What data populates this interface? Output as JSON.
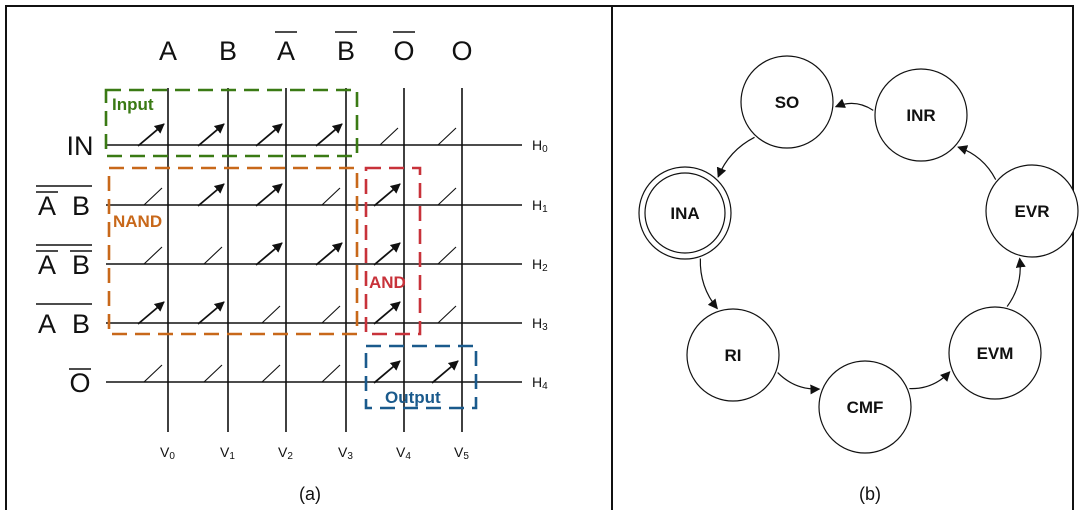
{
  "panel_a": {
    "caption": "(a)",
    "column_headers": [
      "A",
      "B",
      "A",
      "B",
      "O",
      "O"
    ],
    "column_overbar": [
      false,
      false,
      true,
      true,
      true,
      false
    ],
    "row_labels": [
      {
        "terms": [
          "IN"
        ],
        "overbar": [
          false
        ]
      },
      {
        "terms": [
          "A",
          "B"
        ],
        "overbar": [
          true,
          false
        ],
        "group_bar": true
      },
      {
        "terms": [
          "A",
          "B"
        ],
        "overbar": [
          true,
          true
        ],
        "group_bar": true
      },
      {
        "terms": [
          "A",
          "B"
        ],
        "overbar": [
          false,
          false
        ],
        "group_bar": true
      },
      {
        "terms": [
          "O"
        ],
        "overbar": [
          true
        ]
      }
    ],
    "h_labels": [
      {
        "base": "H",
        "sub": "0"
      },
      {
        "base": "H",
        "sub": "1"
      },
      {
        "base": "H",
        "sub": "2"
      },
      {
        "base": "H",
        "sub": "3"
      },
      {
        "base": "H",
        "sub": "4"
      }
    ],
    "v_labels": [
      {
        "base": "V",
        "sub": "0"
      },
      {
        "base": "V",
        "sub": "1"
      },
      {
        "base": "V",
        "sub": "2"
      },
      {
        "base": "V",
        "sub": "3"
      },
      {
        "base": "V",
        "sub": "4"
      },
      {
        "base": "V",
        "sub": "5"
      }
    ],
    "crosspoints": [
      [
        "on",
        "on",
        "on",
        "on",
        "off",
        "off"
      ],
      [
        "off",
        "on",
        "on",
        "off",
        "on",
        "off"
      ],
      [
        "off",
        "off",
        "on",
        "on",
        "on",
        "off"
      ],
      [
        "on",
        "on",
        "off",
        "off",
        "on",
        "off"
      ],
      [
        "off",
        "off",
        "off",
        "off",
        "on",
        "on"
      ]
    ],
    "regions": [
      {
        "label": "Input",
        "color": "#3a7a14"
      },
      {
        "label": "NAND",
        "color": "#c8681a"
      },
      {
        "label": "AND",
        "color": "#c8323a"
      },
      {
        "label": "Output",
        "color": "#1a5a8c"
      }
    ]
  },
  "panel_b": {
    "caption": "(b)",
    "states": [
      {
        "label": "SO",
        "initial": false
      },
      {
        "label": "INR",
        "initial": false
      },
      {
        "label": "EVR",
        "initial": false
      },
      {
        "label": "EVM",
        "initial": false
      },
      {
        "label": "CMF",
        "initial": false
      },
      {
        "label": "RI",
        "initial": false
      },
      {
        "label": "INA",
        "initial": true
      }
    ],
    "transitions": [
      {
        "from": "INR",
        "to": "SO"
      },
      {
        "from": "SO",
        "to": "INA"
      },
      {
        "from": "INA",
        "to": "RI"
      },
      {
        "from": "RI",
        "to": "CMF"
      },
      {
        "from": "CMF",
        "to": "EVM"
      },
      {
        "from": "EVM",
        "to": "EVR"
      },
      {
        "from": "EVR",
        "to": "INR"
      }
    ]
  }
}
